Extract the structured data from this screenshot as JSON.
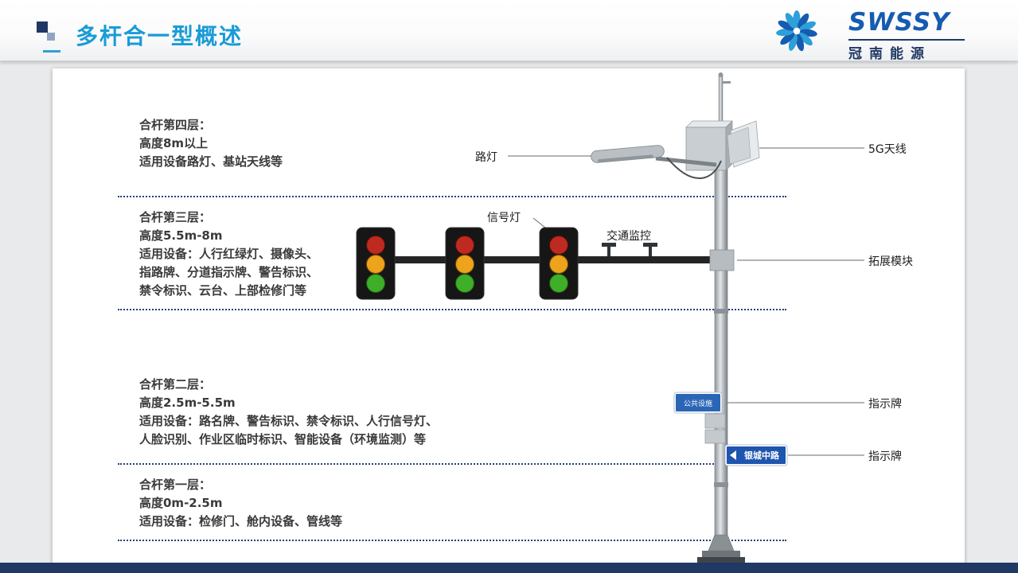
{
  "header": {
    "title": "多杆合一型概述",
    "logo": {
      "brand": "SWSSY",
      "company": "冠南能源",
      "icon": "starburst-logo"
    }
  },
  "layers": [
    {
      "title": "合杆第四层：",
      "lines": [
        "高度8m以上",
        "适用设备路灯、基站天线等"
      ]
    },
    {
      "title": "合杆第三层：",
      "lines": [
        "高度5.5m-8m",
        "适用设备：人行红绿灯、摄像头、",
        "指路牌、分道指示牌、警告标识、",
        "禁令标识、云台、上部检修门等"
      ]
    },
    {
      "title": "合杆第二层：",
      "lines": [
        "高度2.5m-5.5m",
        "适用设备：路名牌、警告标识、禁令标识、人行信号灯、",
        "人脸识别、作业区临时标识、智能设备（环境监测）等"
      ]
    },
    {
      "title": "合杆第一层：",
      "lines": [
        "高度0m-2.5m",
        "适用设备：检修门、舱内设备、管线等"
      ]
    }
  ],
  "callouts": {
    "street_lamp": "路灯",
    "signal_light": "信号灯",
    "traffic_monitor": "交通监控",
    "antenna_5g": "5G天线",
    "expansion_module": "拓展模块",
    "sign_1": "指示牌",
    "sign_2": "指示牌"
  },
  "pole_signs": {
    "notice_sign": "公共设施",
    "road_sign": "银城中路"
  },
  "colors": {
    "accent_blue": "#1a9bd7",
    "navy": "#1f3864",
    "sign_blue": "#1e55ae",
    "signal_red": "#bf2a20",
    "signal_amber": "#eda31c",
    "signal_green": "#3fae29"
  }
}
